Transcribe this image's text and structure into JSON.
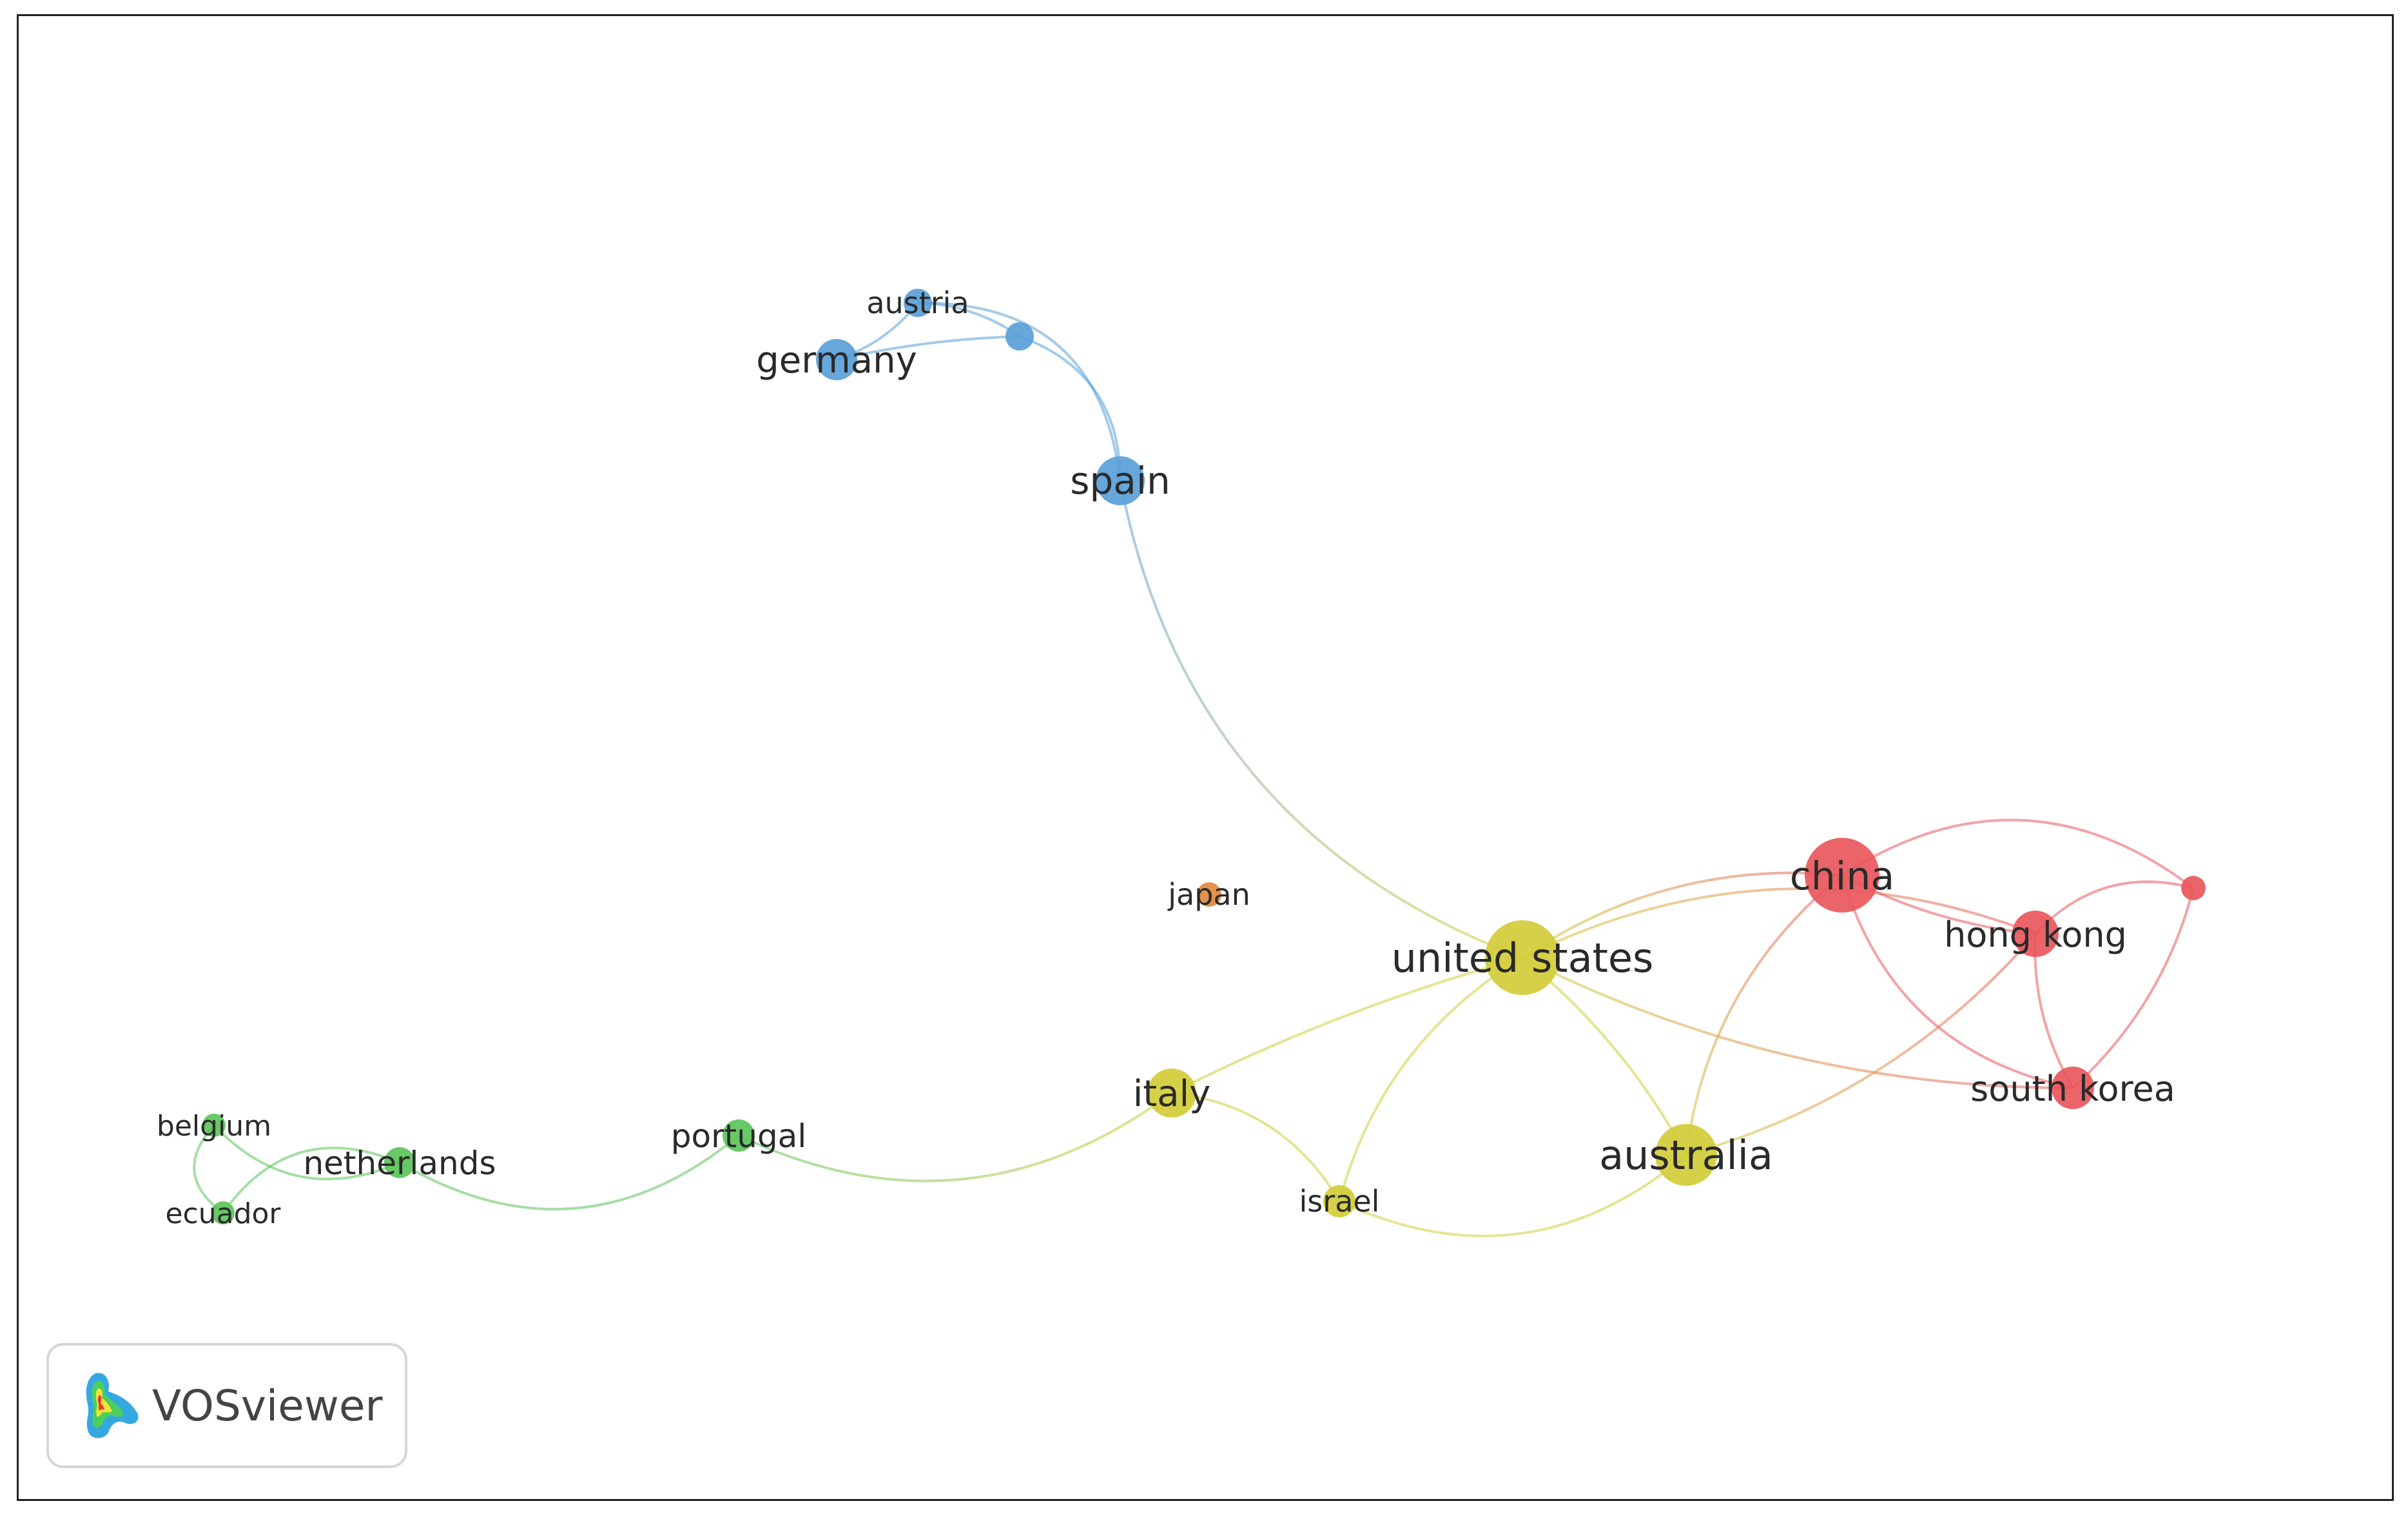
{
  "app": {
    "brand": "VOSviewer"
  },
  "clusters": {
    "red": "#e8575c",
    "green": "#5cc35a",
    "blue": "#5a9fd8",
    "yellow": "#d2cc3a",
    "orange": "#e08a3c"
  },
  "nodes": [
    {
      "id": "china",
      "label": "china",
      "cluster": "red"
    },
    {
      "id": "hong_kong",
      "label": "hong kong",
      "cluster": "red"
    },
    {
      "id": "south_korea",
      "label": "south korea",
      "cluster": "red"
    },
    {
      "id": "red_unlabeled",
      "label": "",
      "cluster": "red"
    },
    {
      "id": "united_states",
      "label": "united states",
      "cluster": "yellow"
    },
    {
      "id": "australia",
      "label": "australia",
      "cluster": "yellow"
    },
    {
      "id": "italy",
      "label": "italy",
      "cluster": "yellow"
    },
    {
      "id": "israel",
      "label": "israel",
      "cluster": "yellow"
    },
    {
      "id": "spain",
      "label": "spain",
      "cluster": "blue"
    },
    {
      "id": "germany",
      "label": "germany",
      "cluster": "blue"
    },
    {
      "id": "austria",
      "label": "austria",
      "cluster": "blue"
    },
    {
      "id": "blue_unlabeled",
      "label": "",
      "cluster": "blue"
    },
    {
      "id": "japan",
      "label": "japan",
      "cluster": "orange"
    },
    {
      "id": "portugal",
      "label": "portugal",
      "cluster": "green"
    },
    {
      "id": "netherlands",
      "label": "netherlands",
      "cluster": "green"
    },
    {
      "id": "belgium",
      "label": "belgium",
      "cluster": "green"
    },
    {
      "id": "ecuador",
      "label": "ecuador",
      "cluster": "green"
    }
  ],
  "links": [
    {
      "source": "germany",
      "target": "austria"
    },
    {
      "source": "austria",
      "target": "blue_unlabeled"
    },
    {
      "source": "germany",
      "target": "blue_unlabeled"
    },
    {
      "source": "blue_unlabeled",
      "target": "spain"
    },
    {
      "source": "austria",
      "target": "spain"
    },
    {
      "source": "spain",
      "target": "united_states"
    },
    {
      "source": "united_states",
      "target": "china"
    },
    {
      "source": "united_states",
      "target": "hong_kong"
    },
    {
      "source": "united_states",
      "target": "south_korea"
    },
    {
      "source": "united_states",
      "target": "australia"
    },
    {
      "source": "united_states",
      "target": "italy"
    },
    {
      "source": "united_states",
      "target": "israel"
    },
    {
      "source": "italy",
      "target": "israel"
    },
    {
      "source": "israel",
      "target": "australia"
    },
    {
      "source": "australia",
      "target": "china"
    },
    {
      "source": "australia",
      "target": "hong_kong"
    },
    {
      "source": "china",
      "target": "hong_kong"
    },
    {
      "source": "china",
      "target": "south_korea"
    },
    {
      "source": "china",
      "target": "red_unlabeled"
    },
    {
      "source": "hong_kong",
      "target": "south_korea"
    },
    {
      "source": "hong_kong",
      "target": "red_unlabeled"
    },
    {
      "source": "south_korea",
      "target": "red_unlabeled"
    },
    {
      "source": "italy",
      "target": "portugal"
    },
    {
      "source": "portugal",
      "target": "netherlands"
    },
    {
      "source": "netherlands",
      "target": "belgium"
    },
    {
      "source": "netherlands",
      "target": "ecuador"
    },
    {
      "source": "belgium",
      "target": "ecuador"
    }
  ]
}
